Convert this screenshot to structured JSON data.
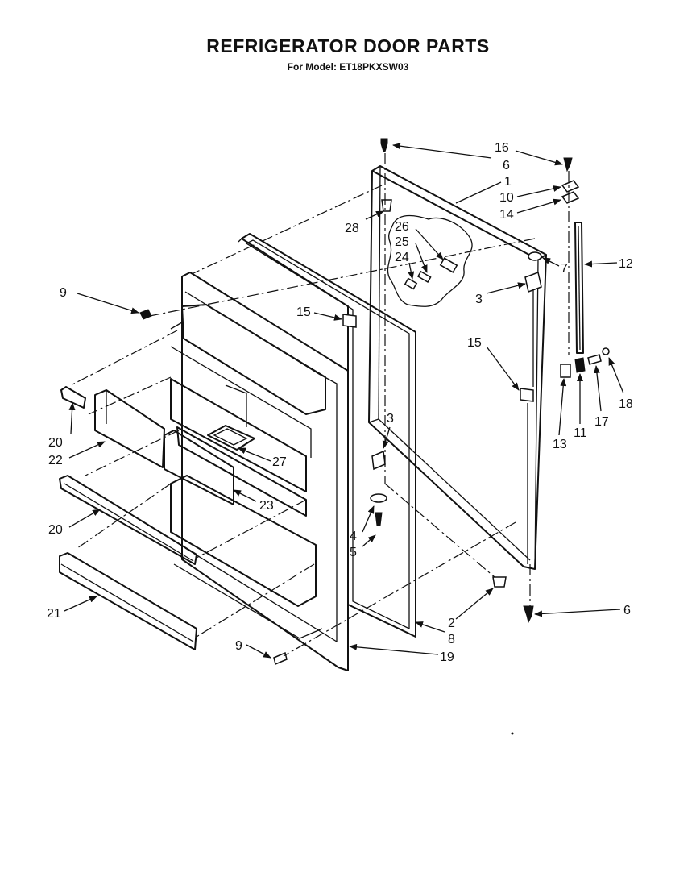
{
  "header": {
    "title": "REFRIGERATOR DOOR PARTS",
    "subtitle": "For Model: ET18PKXSW03"
  },
  "callouts": [
    {
      "id": "c16",
      "text": "16"
    },
    {
      "id": "c6a",
      "text": "6"
    },
    {
      "id": "c1",
      "text": "1"
    },
    {
      "id": "c10",
      "text": "10"
    },
    {
      "id": "c14",
      "text": "14"
    },
    {
      "id": "c28",
      "text": "28"
    },
    {
      "id": "c26",
      "text": "26"
    },
    {
      "id": "c25",
      "text": "25"
    },
    {
      "id": "c24",
      "text": "24"
    },
    {
      "id": "c7",
      "text": "7"
    },
    {
      "id": "c12",
      "text": "12"
    },
    {
      "id": "c9a",
      "text": "9"
    },
    {
      "id": "c15a",
      "text": "15"
    },
    {
      "id": "c3a",
      "text": "3"
    },
    {
      "id": "c15b",
      "text": "15"
    },
    {
      "id": "c18",
      "text": "18"
    },
    {
      "id": "c17",
      "text": "17"
    },
    {
      "id": "c11",
      "text": "11"
    },
    {
      "id": "c13",
      "text": "13"
    },
    {
      "id": "c20a",
      "text": "20"
    },
    {
      "id": "c22",
      "text": "22"
    },
    {
      "id": "c3b",
      "text": "3"
    },
    {
      "id": "c27",
      "text": "27"
    },
    {
      "id": "c23",
      "text": "23"
    },
    {
      "id": "c20b",
      "text": "20"
    },
    {
      "id": "c4",
      "text": "4"
    },
    {
      "id": "c5",
      "text": "5"
    },
    {
      "id": "c21",
      "text": "21"
    },
    {
      "id": "c2",
      "text": "2"
    },
    {
      "id": "c6b",
      "text": "6"
    },
    {
      "id": "c8",
      "text": "8"
    },
    {
      "id": "c9b",
      "text": "9"
    },
    {
      "id": "c19",
      "text": "19"
    }
  ]
}
